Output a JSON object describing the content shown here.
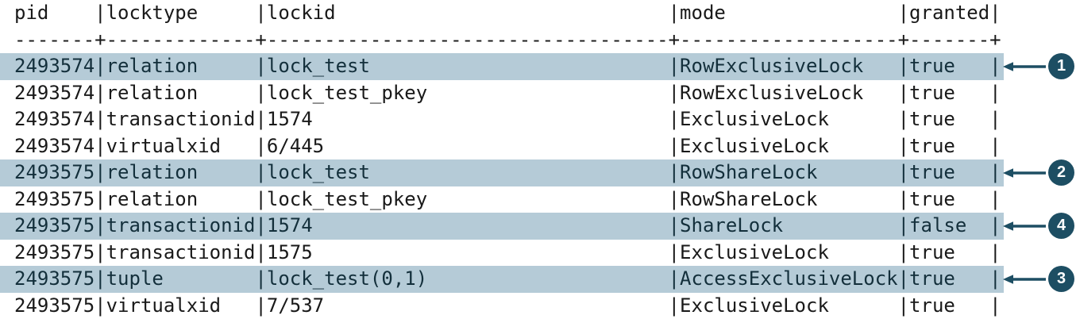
{
  "table": {
    "columns": [
      {
        "label": "pid",
        "width": 7
      },
      {
        "label": "locktype",
        "width": 13
      },
      {
        "label": "lockid",
        "width": 35
      },
      {
        "label": "mode",
        "width": 19
      },
      {
        "label": "granted",
        "width": 7
      }
    ],
    "rows": [
      {
        "pid": "2493574",
        "locktype": "relation",
        "lockid": "lock_test",
        "mode": "RowExclusiveLock",
        "granted": "true",
        "highlight": true,
        "badge": "1"
      },
      {
        "pid": "2493574",
        "locktype": "relation",
        "lockid": "lock_test_pkey",
        "mode": "RowExclusiveLock",
        "granted": "true",
        "highlight": false,
        "badge": null
      },
      {
        "pid": "2493574",
        "locktype": "transactionid",
        "lockid": "1574",
        "mode": "ExclusiveLock",
        "granted": "true",
        "highlight": false,
        "badge": null
      },
      {
        "pid": "2493574",
        "locktype": "virtualxid",
        "lockid": "6/445",
        "mode": "ExclusiveLock",
        "granted": "true",
        "highlight": false,
        "badge": null
      },
      {
        "pid": "2493575",
        "locktype": "relation",
        "lockid": "lock_test",
        "mode": "RowShareLock",
        "granted": "true",
        "highlight": true,
        "badge": "2"
      },
      {
        "pid": "2493575",
        "locktype": "relation",
        "lockid": "lock_test_pkey",
        "mode": "RowShareLock",
        "granted": "true",
        "highlight": false,
        "badge": null
      },
      {
        "pid": "2493575",
        "locktype": "transactionid",
        "lockid": "1574",
        "mode": "ShareLock",
        "granted": "false",
        "highlight": true,
        "badge": "4"
      },
      {
        "pid": "2493575",
        "locktype": "transactionid",
        "lockid": "1575",
        "mode": "ExclusiveLock",
        "granted": "true",
        "highlight": false,
        "badge": null
      },
      {
        "pid": "2493575",
        "locktype": "tuple",
        "lockid": "lock_test(0,1)",
        "mode": "AccessExclusiveLock",
        "granted": "true",
        "highlight": true,
        "badge": "3"
      },
      {
        "pid": "2493575",
        "locktype": "virtualxid",
        "lockid": "7/537",
        "mode": "ExclusiveLock",
        "granted": "true",
        "highlight": false,
        "badge": null
      }
    ]
  },
  "colors": {
    "text": "#191919",
    "highlight_bg": "#b5cbd7",
    "highlight_text": "#132f3b",
    "accent": "#1d4e63"
  }
}
